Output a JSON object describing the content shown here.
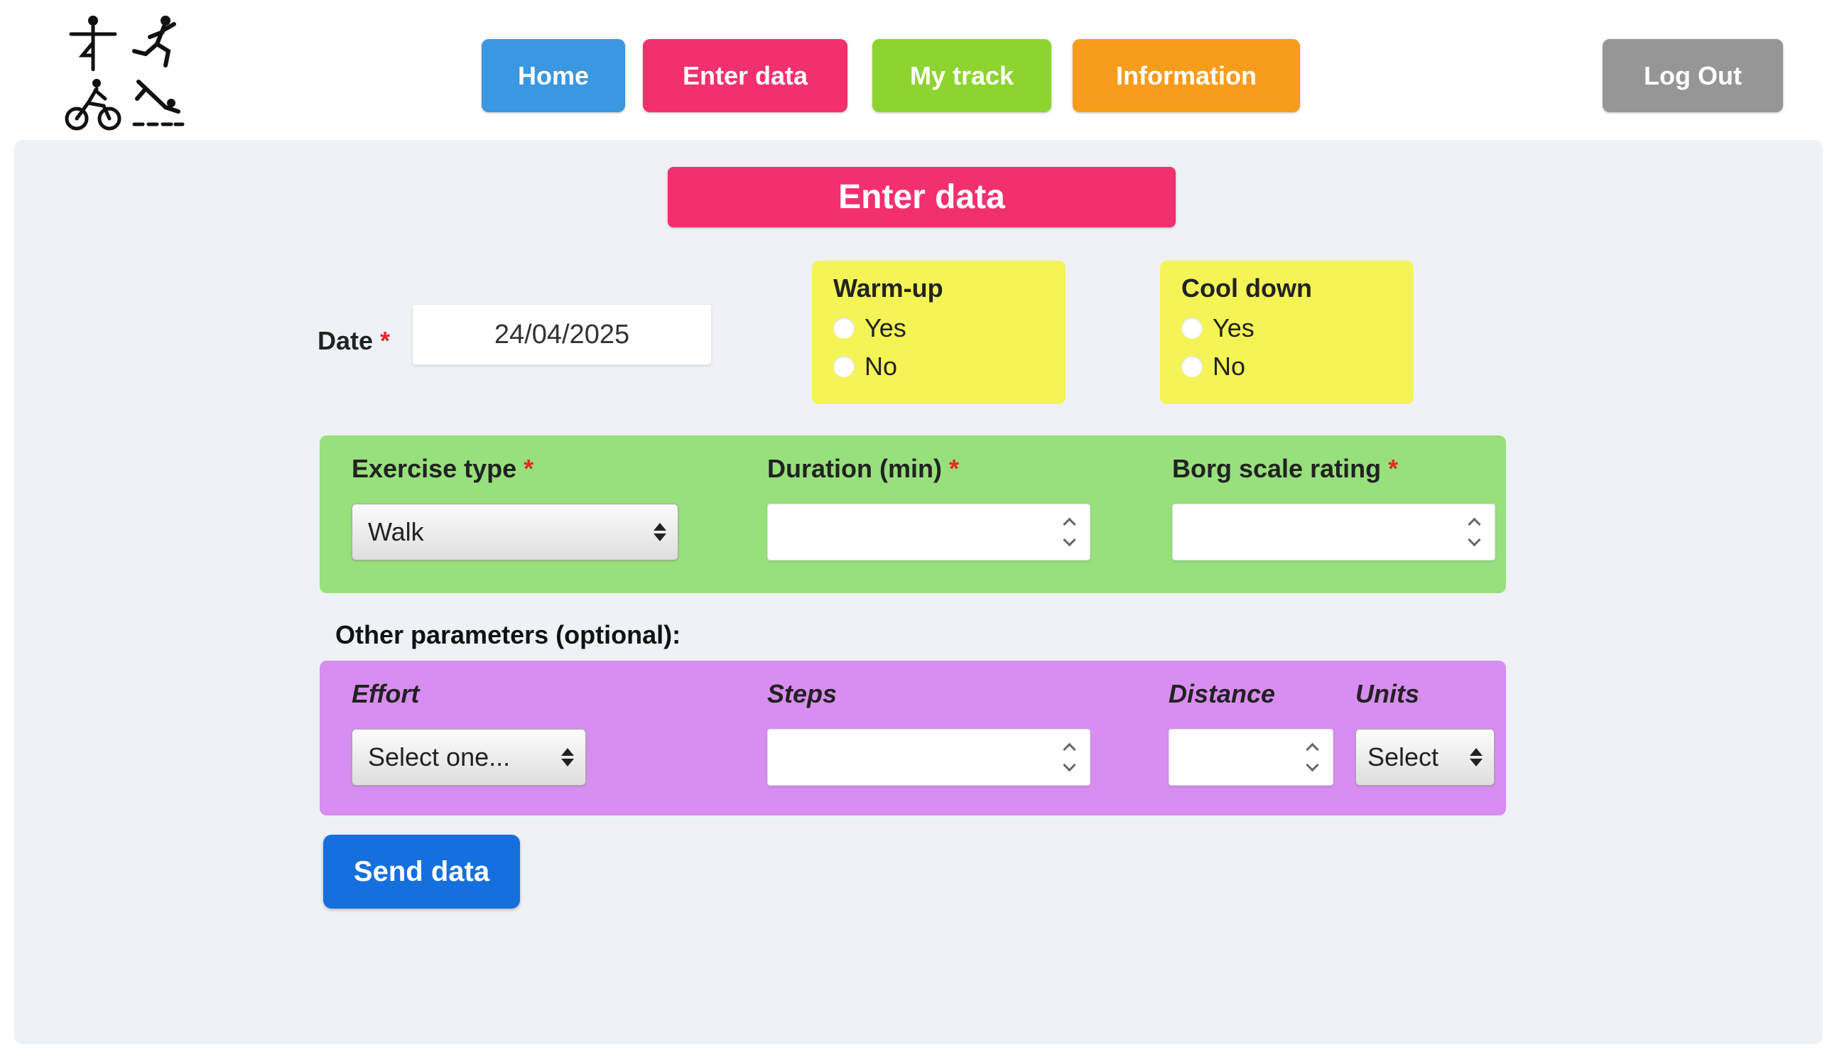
{
  "header": {
    "logo_icons": [
      "yoga-icon",
      "runner-icon",
      "cyclist-icon",
      "swimmer-icon"
    ],
    "nav": [
      {
        "label": "Home",
        "color": "#3a97e0"
      },
      {
        "label": "Enter data",
        "color": "#f2306e"
      },
      {
        "label": "My track",
        "color": "#8ed430"
      },
      {
        "label": "Information",
        "color": "#f89c1b"
      }
    ],
    "logout": {
      "label": "Log Out",
      "color": "#969696"
    }
  },
  "page": {
    "title": "Enter data",
    "title_bg": "#f2306e",
    "panel_bg": "#eef2f6"
  },
  "form": {
    "required_marker": "*",
    "date": {
      "label": "Date",
      "value": "24/04/2025"
    },
    "warmup": {
      "title": "Warm-up",
      "options": [
        "Yes",
        "No"
      ],
      "bg": "#f4f457"
    },
    "cooldown": {
      "title": "Cool down",
      "options": [
        "Yes",
        "No"
      ],
      "bg": "#f4f457"
    },
    "main_section": {
      "bg": "#97e07b",
      "exercise_type": {
        "label": "Exercise type",
        "value": "Walk"
      },
      "duration": {
        "label": "Duration (min)",
        "value": ""
      },
      "borg": {
        "label": "Borg scale rating",
        "value": ""
      }
    },
    "optional_heading": "Other parameters (optional):",
    "optional_section": {
      "bg": "#d88ef0",
      "effort": {
        "label": "Effort",
        "value": "Select one..."
      },
      "steps": {
        "label": "Steps",
        "value": ""
      },
      "distance": {
        "label": "Distance",
        "value": ""
      },
      "units": {
        "label": "Units",
        "value": "Select"
      }
    },
    "submit": {
      "label": "Send data",
      "color": "#1570dd"
    }
  }
}
